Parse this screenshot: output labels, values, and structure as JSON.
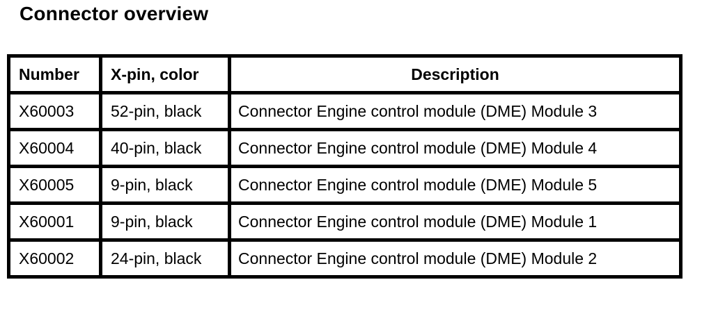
{
  "page": {
    "title": "Connector overview"
  },
  "colors": {
    "text": "#000000",
    "border": "#000000",
    "background": "#ffffff"
  },
  "table": {
    "headers": [
      "Number",
      "X-pin, color",
      "Description"
    ],
    "rows": [
      [
        "X60003",
        "52-pin, black",
        "Connector Engine control module (DME) Module 3"
      ],
      [
        "X60004",
        "40-pin, black",
        "Connector Engine control module (DME) Module 4"
      ],
      [
        "X60005",
        "9-pin, black",
        "Connector Engine control module (DME) Module 5"
      ],
      [
        "X60001",
        "9-pin, black",
        "Connector Engine control module (DME) Module 1"
      ],
      [
        "X60002",
        "24-pin, black",
        "Connector Engine control module (DME) Module 2"
      ]
    ]
  }
}
